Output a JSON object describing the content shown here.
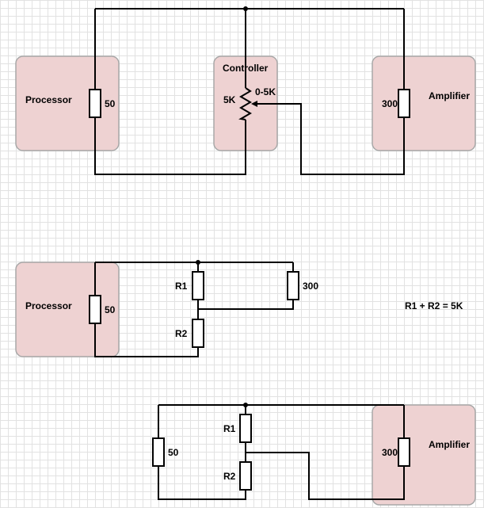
{
  "diagram1": {
    "processor_label": "Processor",
    "controller_label": "Controller",
    "amplifier_label": "Amplifier",
    "r_processor": "50",
    "pot_value": "5K",
    "pot_range": "0-5K",
    "r_amplifier": "300"
  },
  "diagram2": {
    "processor_label": "Processor",
    "r_processor": "50",
    "r1_label": "R1",
    "r2_label": "R2",
    "r_load": "300",
    "equation": "R1 + R2 = 5K"
  },
  "diagram3": {
    "amplifier_label": "Amplifier",
    "r_source": "50",
    "r1_label": "R1",
    "r2_label": "R2",
    "r_amplifier": "300"
  },
  "colors": {
    "box_fill": "#eed2d2",
    "box_border": "#a8a8a8",
    "wire": "#000000",
    "grid": "#e2e2e2"
  }
}
